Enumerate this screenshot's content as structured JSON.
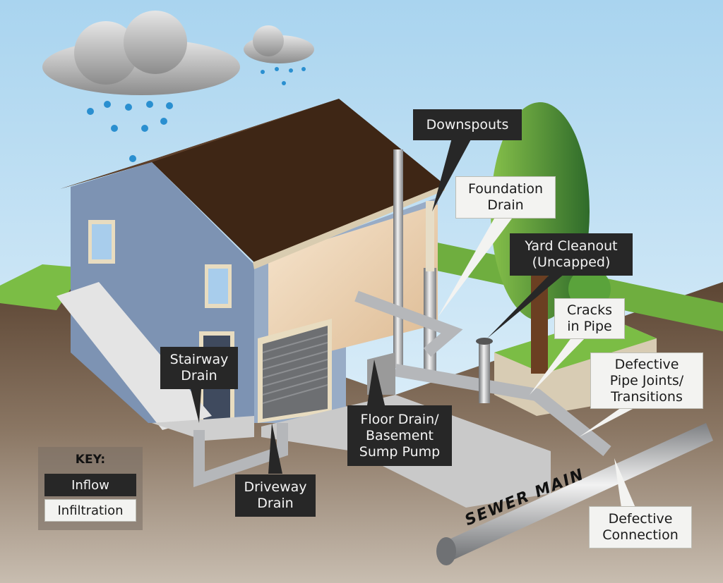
{
  "title": "Inflow and Infiltration Sources",
  "colors": {
    "inflow": "#272727",
    "infiltration": "#f3f3f1",
    "sky": "#cfe8f7",
    "soil": "#7a6653",
    "roof": "#3e2615",
    "wall": "#7d93b3"
  },
  "key": {
    "title": "KEY:",
    "inflow": "Inflow",
    "infiltration": "Infiltration"
  },
  "sewer_main": "SEWER MAIN",
  "labels": {
    "downspouts": {
      "type": "inflow",
      "lines": [
        "Downspouts"
      ]
    },
    "foundation_drain": {
      "type": "infiltration",
      "lines": [
        "Foundation",
        "Drain"
      ]
    },
    "yard_cleanout": {
      "type": "inflow",
      "lines": [
        "Yard Cleanout",
        "(Uncapped)"
      ]
    },
    "cracks_in_pipe": {
      "type": "infiltration",
      "lines": [
        "Cracks",
        "in Pipe"
      ]
    },
    "defective_joints": {
      "type": "infiltration",
      "lines": [
        "Defective",
        "Pipe Joints/",
        "Transitions"
      ]
    },
    "defective_connection": {
      "type": "infiltration",
      "lines": [
        "Defective",
        "Connection"
      ]
    },
    "stairway_drain": {
      "type": "inflow",
      "lines": [
        "Stairway",
        "Drain"
      ]
    },
    "floor_drain": {
      "type": "inflow",
      "lines": [
        "Floor Drain/",
        "Basement",
        "Sump Pump"
      ]
    },
    "driveway_drain": {
      "type": "inflow",
      "lines": [
        "Driveway",
        "Drain"
      ]
    }
  }
}
